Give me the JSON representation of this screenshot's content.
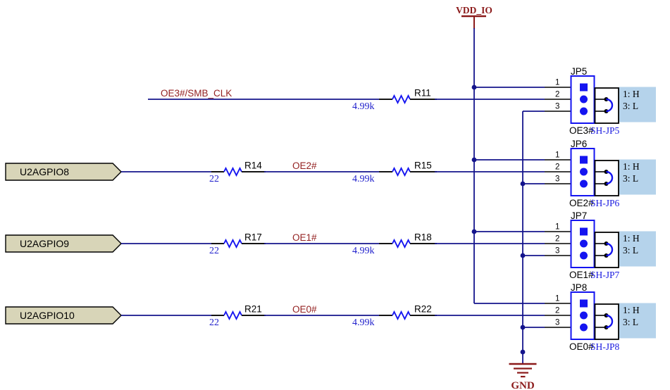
{
  "power": {
    "vdd": "VDD_IO",
    "gnd": "GND"
  },
  "colors": {
    "wire": "#14148C",
    "component_blue": "#1414F0",
    "power_red": "#8B1A1A",
    "net_label_red": "#942222",
    "value_blue": "#2020CC",
    "sh_label_blue": "#1A1AE0",
    "annotation_bg": "#B5D3EB",
    "port_fill": "#D8D5B8"
  },
  "rows": [
    {
      "source": "OE3#/SMB_CLK",
      "pullup": {
        "ref": "R11",
        "value": "4.99k"
      },
      "jumper": {
        "ref": "JP5",
        "pin1": "1",
        "pin2": "2",
        "pin3": "3",
        "annot_h": "1: H",
        "annot_l": "3: L",
        "net": "OE3#",
        "sh": "SH-JP5"
      }
    },
    {
      "source": "U2AGPIO8",
      "series": {
        "ref": "R14",
        "value": "22"
      },
      "mid_net": "OE2#",
      "pullup": {
        "ref": "R15",
        "value": "4.99k"
      },
      "jumper": {
        "ref": "JP6",
        "pin1": "1",
        "pin2": "2",
        "pin3": "3",
        "annot_h": "1: H",
        "annot_l": "3: L",
        "net": "OE2#",
        "sh": "SH-JP6"
      }
    },
    {
      "source": "U2AGPIO9",
      "series": {
        "ref": "R17",
        "value": "22"
      },
      "mid_net": "OE1#",
      "pullup": {
        "ref": "R18",
        "value": "4.99k"
      },
      "jumper": {
        "ref": "JP7",
        "pin1": "1",
        "pin2": "2",
        "pin3": "3",
        "annot_h": "1: H",
        "annot_l": "3: L",
        "net": "OE1#",
        "sh": "SH-JP7"
      }
    },
    {
      "source": "U2AGPIO10",
      "series": {
        "ref": "R21",
        "value": "22"
      },
      "mid_net": "OE0#",
      "pullup": {
        "ref": "R22",
        "value": "4.99k"
      },
      "jumper": {
        "ref": "JP8",
        "pin1": "1",
        "pin2": "2",
        "pin3": "3",
        "annot_h": "1: H",
        "annot_l": "3: L",
        "net": "OE0#",
        "sh": "SH-JP8"
      }
    }
  ]
}
